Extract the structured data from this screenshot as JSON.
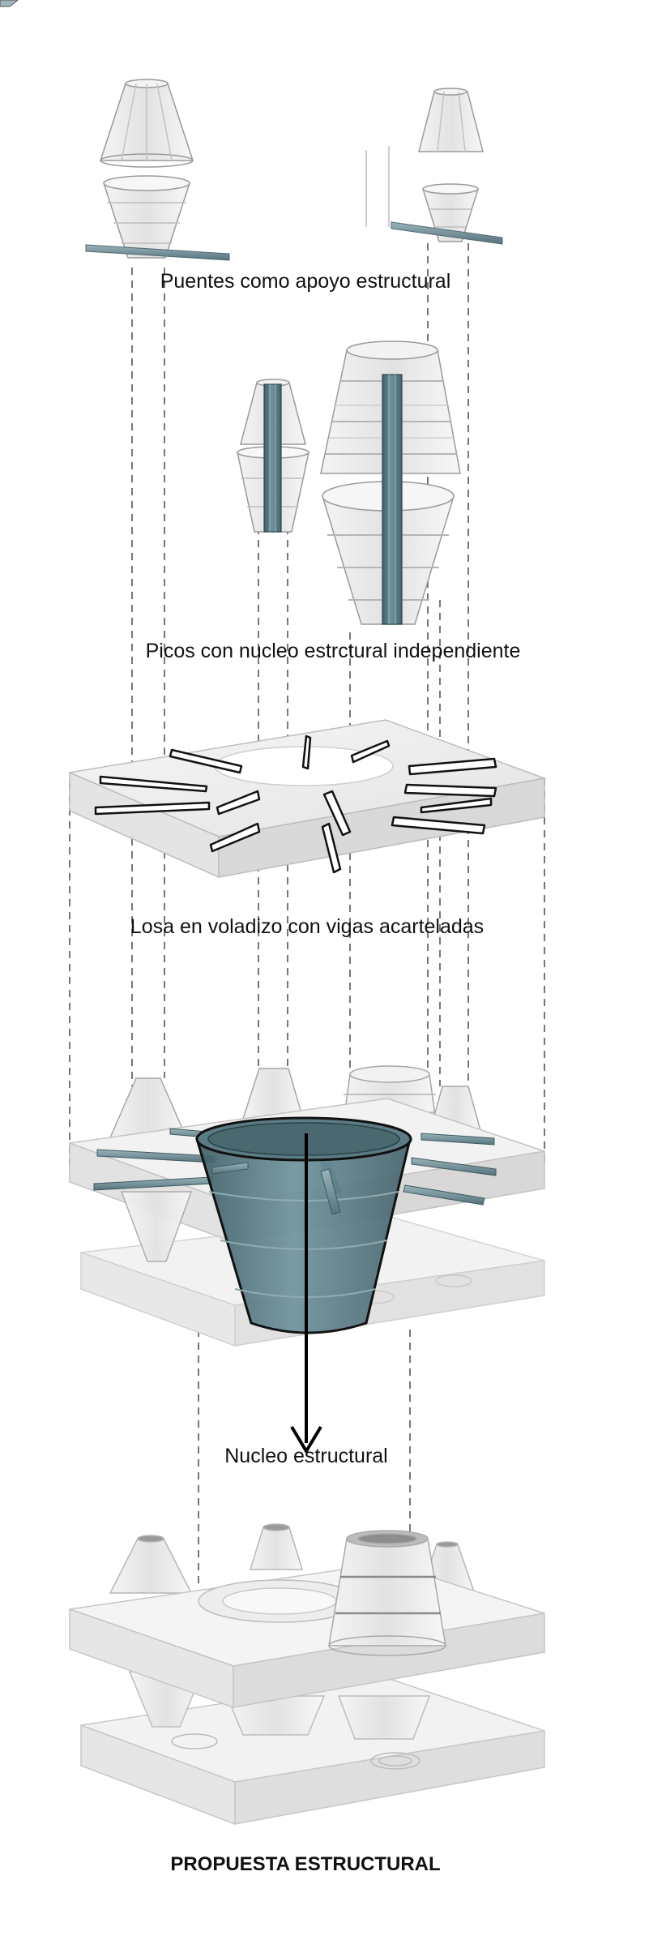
{
  "labels": {
    "puentes": "Puentes como apoyo estructural",
    "picos": "Picos con nucleo estrctural independiente",
    "losa": "Losa en voladizo con vigas acarteladas",
    "nucleo": "Nucleo estructural",
    "propuesta": "PROPUESTA ESTRUCTURAL"
  },
  "colors": {
    "wire": "#b8b8b8",
    "core": "#5d7f89",
    "beam": "#6f8e98",
    "slab": "#ececec",
    "text": "#111111"
  }
}
